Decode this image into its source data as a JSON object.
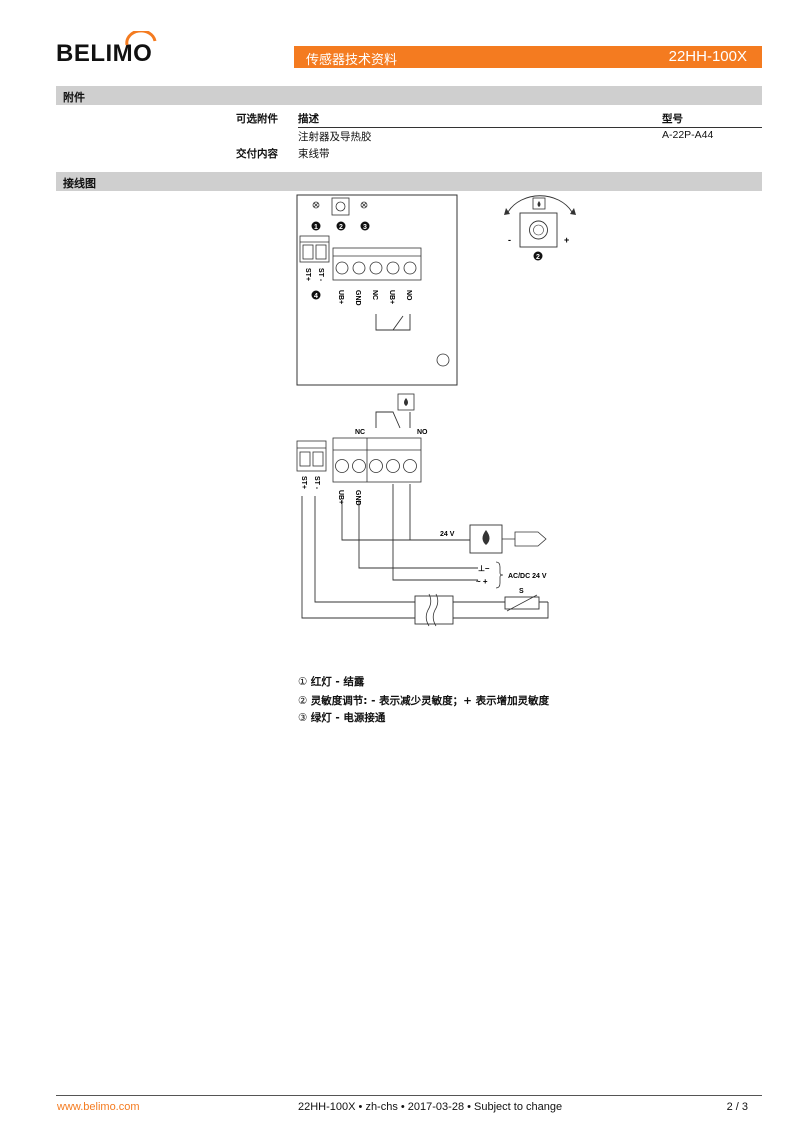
{
  "brand": {
    "logo_text": "BELIMO"
  },
  "header": {
    "title": "传感器技术资料",
    "model": "22HH-100X"
  },
  "accessories": {
    "section_title": "附件",
    "optional_label": "可选附件",
    "col_description": "描述",
    "col_model": "型号",
    "item_description": "注射器及导热胶",
    "item_model": "A-22P-A44",
    "delivery_label": "交付内容",
    "delivery_value": "束线带"
  },
  "wiring": {
    "section_title": "接线图",
    "markers": {
      "m1": "1",
      "m2": "2",
      "m3": "3",
      "m4": "4"
    },
    "terminals": {
      "st_plus": "ST+",
      "st_minus": "ST -",
      "ub_plus": "UB+",
      "gnd": "GND",
      "nc": "NC",
      "ub_plus2": "UB+",
      "no": "NO"
    },
    "dial": {
      "minus": "-",
      "plus": "+"
    },
    "labels": {
      "nc": "NC",
      "no": "NO",
      "v24": "24 V",
      "ground": "⊥–",
      "ac": "~ +",
      "acdc": "AC/DC 24 V",
      "sensor": "S"
    }
  },
  "legend": {
    "item1_num": "①",
    "item1_text": "红灯 - 结露",
    "item2_num": "②",
    "item2_text": "灵敏度调节: - 表示减少灵敏度；+ 表示增加灵敏度",
    "item3_num": "③",
    "item3_text": "绿灯 - 电源接通"
  },
  "footer": {
    "url": "www.belimo.com",
    "center": "22HH-100X • zh-chs • 2017-03-28 • Subject to change",
    "page": "2 / 3"
  },
  "colors": {
    "accent": "#f47b20",
    "section_bar": "#cfcfcf"
  }
}
